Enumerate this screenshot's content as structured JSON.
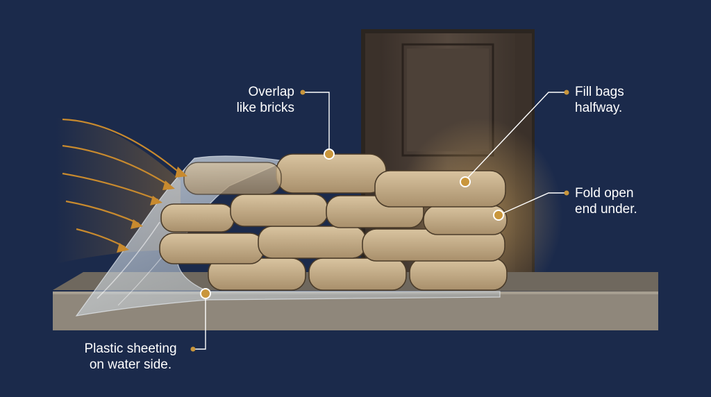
{
  "callouts": {
    "overlap": {
      "line1": "Overlap",
      "line2": "like bricks"
    },
    "fill": {
      "line1": "Fill bags",
      "line2": "halfway."
    },
    "fold": {
      "line1": "Fold open",
      "line2": "end under."
    },
    "plastic": {
      "line1": "Plastic sheeting",
      "line2": "on water side."
    }
  },
  "colors": {
    "background": "#1b2a4b",
    "callout_dot": "#c9963c",
    "flow_arrow": "#c88a2e",
    "sandbag": "#c7b08b",
    "door": "#4a3e36",
    "floor": "#8f877b"
  },
  "icons": {
    "water_flow": "arrow-right-icon",
    "callout_marker": "dot-icon"
  }
}
